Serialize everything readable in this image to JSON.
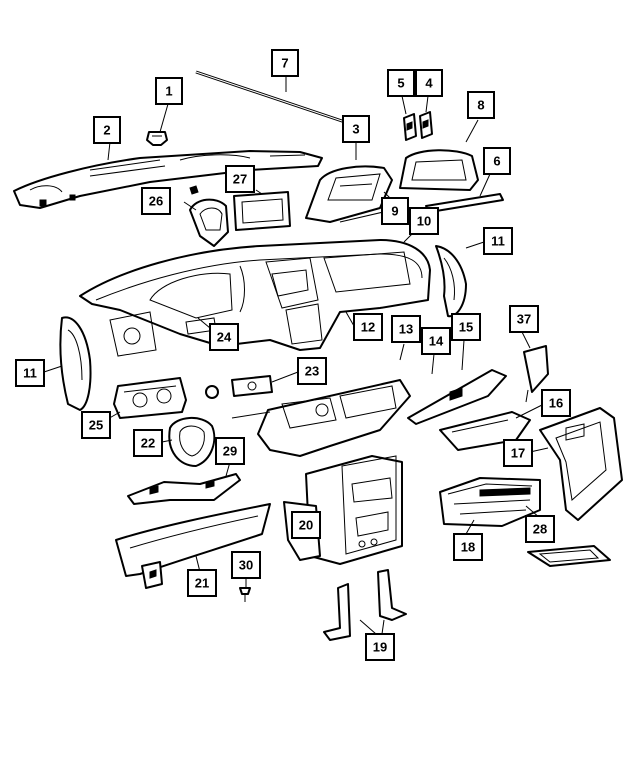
{
  "diagram": {
    "colors": {
      "line": "#000000",
      "background": "#ffffff"
    },
    "callouts": [
      {
        "id": "c1",
        "label": "1"
      },
      {
        "id": "c2",
        "label": "2"
      },
      {
        "id": "c3",
        "label": "3"
      },
      {
        "id": "c4",
        "label": "4"
      },
      {
        "id": "c5",
        "label": "5"
      },
      {
        "id": "c6",
        "label": "6"
      },
      {
        "id": "c7",
        "label": "7"
      },
      {
        "id": "c8",
        "label": "8"
      },
      {
        "id": "c9",
        "label": "9"
      },
      {
        "id": "c10",
        "label": "10"
      },
      {
        "id": "c11a",
        "label": "11"
      },
      {
        "id": "c11b",
        "label": "11"
      },
      {
        "id": "c12",
        "label": "12"
      },
      {
        "id": "c13",
        "label": "13"
      },
      {
        "id": "c14",
        "label": "14"
      },
      {
        "id": "c15",
        "label": "15"
      },
      {
        "id": "c16",
        "label": "16"
      },
      {
        "id": "c17",
        "label": "17"
      },
      {
        "id": "c18",
        "label": "18"
      },
      {
        "id": "c19",
        "label": "19"
      },
      {
        "id": "c20",
        "label": "20"
      },
      {
        "id": "c21",
        "label": "21"
      },
      {
        "id": "c22",
        "label": "22"
      },
      {
        "id": "c23",
        "label": "23"
      },
      {
        "id": "c24",
        "label": "24"
      },
      {
        "id": "c25",
        "label": "25"
      },
      {
        "id": "c26",
        "label": "26"
      },
      {
        "id": "c27",
        "label": "27"
      },
      {
        "id": "c28",
        "label": "28"
      },
      {
        "id": "c29",
        "label": "29"
      },
      {
        "id": "c30",
        "label": "30"
      },
      {
        "id": "c37",
        "label": "37"
      }
    ]
  }
}
